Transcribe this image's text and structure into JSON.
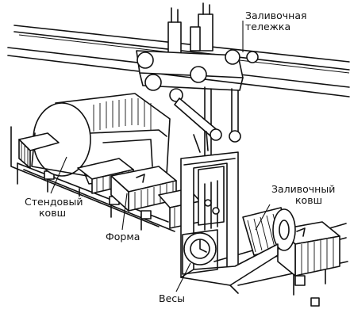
{
  "labels": {
    "pouring_cart_line1": "Заливочная",
    "pouring_cart_line2": "тележка",
    "pouring_ladle_line1": "Заливочный",
    "pouring_ladle_line2": "ковш",
    "stand_ladle_line1": "Стендовый",
    "stand_ladle_line2": "ковш",
    "mould": "Форма",
    "scales": "Весы"
  }
}
